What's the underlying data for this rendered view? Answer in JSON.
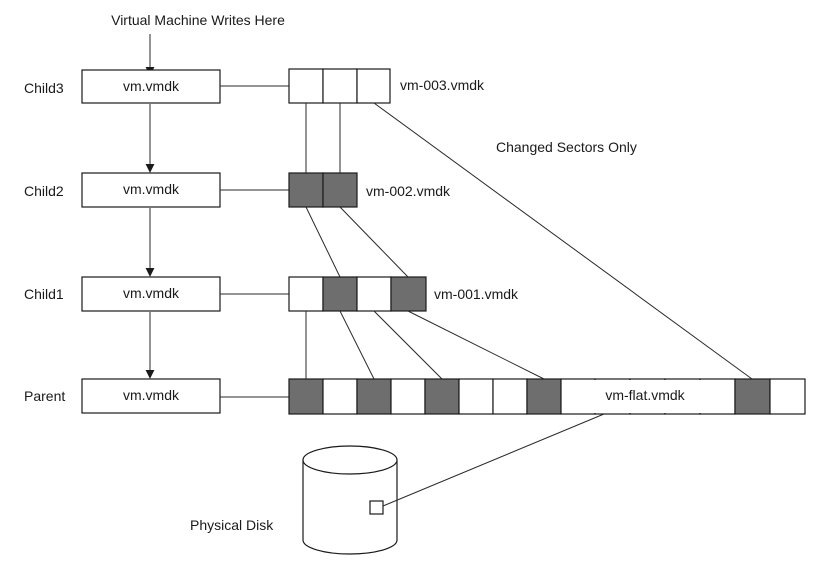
{
  "header": {
    "text": "Virtual Machine Writes Here"
  },
  "annotation": {
    "text": "Changed Sectors Only"
  },
  "disk": {
    "label": "Physical Disk"
  },
  "colors": {
    "filled_sector": "#6e6e6e",
    "empty_sector": "#ffffff",
    "line": "#1a1a1a"
  },
  "levels": [
    {
      "id": "child3",
      "row_label": "Child3",
      "box_label": "vm.vmdk",
      "file_label": "vm-003.vmdk",
      "sectors": [
        false,
        false,
        false
      ]
    },
    {
      "id": "child2",
      "row_label": "Child2",
      "box_label": "vm.vmdk",
      "file_label": "vm-002.vmdk",
      "sectors": [
        true,
        true
      ]
    },
    {
      "id": "child1",
      "row_label": "Child1",
      "box_label": "vm.vmdk",
      "file_label": "vm-001.vmdk",
      "sectors": [
        false,
        true,
        false,
        true
      ]
    },
    {
      "id": "parent",
      "row_label": "Parent",
      "box_label": "vm.vmdk",
      "file_label": "vm-flat.vmdk",
      "sectors": [
        true,
        false,
        true,
        false,
        true,
        false,
        false,
        true,
        false,
        false,
        false,
        false,
        false,
        true,
        false
      ]
    }
  ]
}
